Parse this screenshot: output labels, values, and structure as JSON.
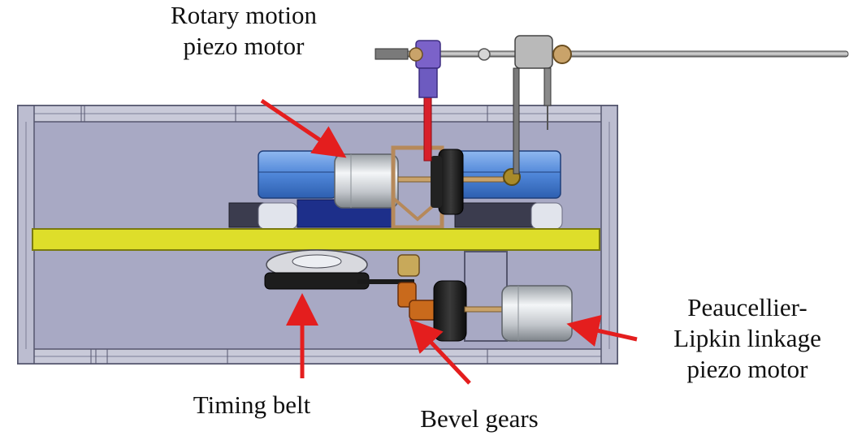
{
  "labels": {
    "rotary_line1": "Rotary motion",
    "rotary_line2": "piezo motor",
    "peau_line1": "Peaucellier-",
    "peau_line2": "Lipkin linkage",
    "peau_line3": "piezo motor",
    "timing": "Timing belt",
    "bevel": "Bevel gears"
  },
  "colors": {
    "housing": "#a8a9c4",
    "housing_edge": "#6e6f88",
    "plate": "#dede2a",
    "motor": "#cfd2d6",
    "blue_mount": "#4f86d8",
    "dark_blue": "#1d2f8a",
    "arrow": "#e41e1e",
    "rod_red": "#d8202a",
    "gear_copper": "#c96a1c",
    "bracket": "#c9a36a",
    "shaft": "#6b6b6b"
  }
}
